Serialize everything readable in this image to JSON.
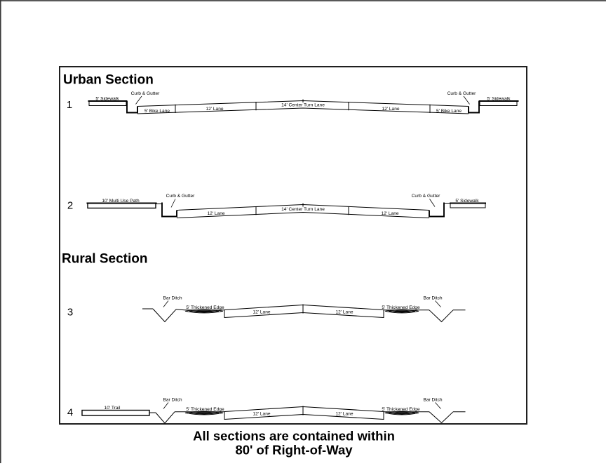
{
  "urban": {
    "heading": "Urban Section",
    "s1": {
      "num": "1",
      "sidewalk_l": "5' Sidewalk",
      "curb_l": "Curb & Gutter",
      "bike_l": "5' Bike Lane",
      "lane_l": "12' Lane",
      "center": "14' Center Turn Lane",
      "lane_r": "12' Lane",
      "bike_r": "5' Bike Lane",
      "curb_r": "Curb & Gutter",
      "sidewalk_r": "5' Sidewalk"
    },
    "s2": {
      "num": "2",
      "path": "10' Multi Use Path",
      "curb_l": "Curb & Gutter",
      "lane_l": "12' Lane",
      "center": "14' Center Turn Lane",
      "lane_r": "12' Lane",
      "curb_r": "Curb & Gutter",
      "sidewalk_r": "5' Sidewalk"
    }
  },
  "rural": {
    "heading": "Rural Section",
    "s3": {
      "num": "3",
      "ditch_l": "Bar Ditch",
      "edge_l": "5' Thickened Edge",
      "lane_l": "12' Lane",
      "lane_r": "12' Lane",
      "edge_r": "5' Thickened Edge",
      "ditch_r": "Bar Ditch"
    },
    "s4": {
      "num": "4",
      "trail": "10' Trail",
      "ditch_l": "Bar Ditch",
      "edge_l": "5' Thickened Edge",
      "lane_l": "12' Lane",
      "lane_r": "12' Lane",
      "edge_r": "5' Thickened Edge",
      "ditch_r": "Bar Ditch"
    }
  },
  "note": {
    "line1": "All sections are contained within",
    "line2": "80' of Right-of-Way"
  }
}
